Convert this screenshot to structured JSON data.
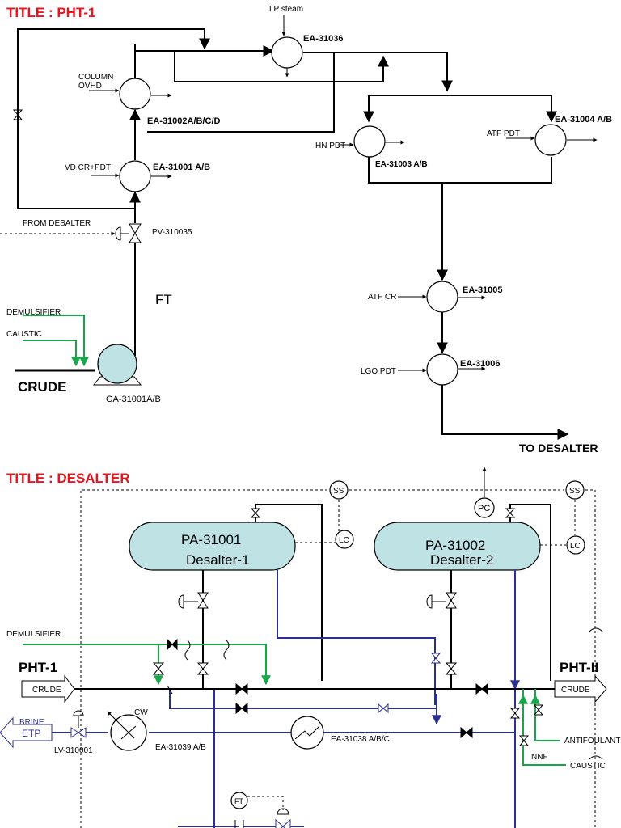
{
  "pht1": {
    "title": "TITLE : PHT-1",
    "lp_steam": "LP steam",
    "ea31036": "EA-31036",
    "column_ovhd_1": "COLUMN",
    "column_ovhd_2": "OVHD",
    "ea31002": "EA-31002A/B/C/D",
    "ea31004": "EA-31004 A/B",
    "atf_pdt": "ATF PDT",
    "hn_pdt": "HN PDT",
    "ea31003": "EA-31003 A/B",
    "vd_cr_pdt": "VD CR+PDT",
    "ea31001": "EA-31001 A/B",
    "from_desalter": "FROM  DESALTER",
    "pv310035": "PV-310035",
    "ft": "FT",
    "demulsifier": "DEMULSIFIER",
    "caustic": "CAUSTIC",
    "crude": "CRUDE",
    "ga31001": "GA-31001A/B",
    "atf_cr": "ATF CR",
    "ea31005": "EA-31005",
    "lgo_pdt": "LGO PDT",
    "ea31006": "EA-31006",
    "to_desalter": "TO  DESALTER"
  },
  "desalter": {
    "title": "TITLE : DESALTER",
    "pa31001_tag": "PA-31001",
    "pa31001_name": "Desalter-1",
    "pa31002_tag": "PA-31002",
    "pa31002_name": "Desalter-2",
    "ss": "SS",
    "lc": "LC",
    "pc": "PC",
    "demulsifier": "DEMULSIFIER",
    "pht1": "PHT-1",
    "pht2": "PHT-II",
    "crude": "CRUDE",
    "brine": "BRINE",
    "etp": "ETP",
    "cw": "CW",
    "lv310001": "LV-310001",
    "ea31039": "EA-31039 A/B",
    "ea31038": "EA-31038 A/B/C",
    "nnf": "NNF",
    "antifoulant": "ANTIFOULANT",
    "caustic": "CAUSTIC",
    "ft": "FT"
  },
  "colors": {
    "title_red": "#e8141b",
    "vessel_fill": "#bfe3e5",
    "pump_fill": "#bfe3e5",
    "chemical_green": "#19a64a",
    "water_blue": "#2b2f8f"
  }
}
